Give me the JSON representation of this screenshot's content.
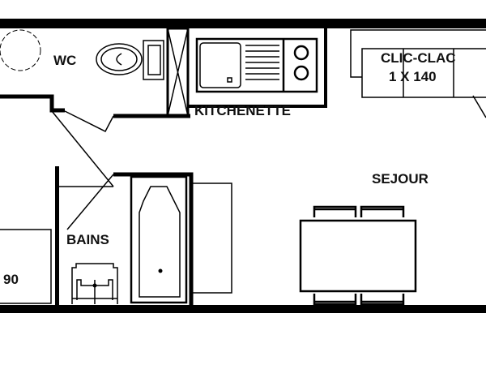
{
  "rooms": {
    "wc": "WC",
    "kitchen": "KITCHENETTE",
    "living": "SEJOUR",
    "bathroom": "BAINS"
  },
  "furniture": {
    "sofa_bed_line1": "CLIC-CLAC",
    "sofa_bed_line2": "1 X 140",
    "bed_label": "90"
  },
  "colors": {
    "line": "#000000",
    "background": "#ffffff"
  }
}
